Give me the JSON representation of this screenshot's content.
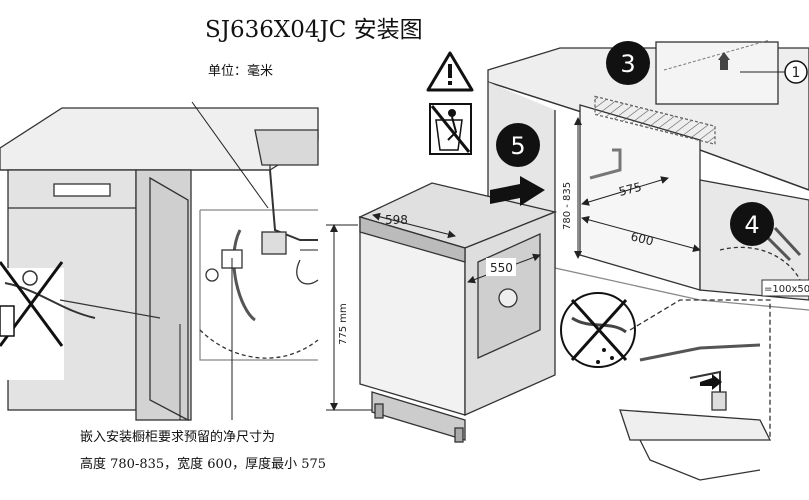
{
  "title": "SJ636X04JC 安装图",
  "unit": "单位：毫米",
  "steps": {
    "three": "3",
    "four": "4",
    "five": "5",
    "one": "1"
  },
  "dims": {
    "d598": "598",
    "d550": "550",
    "d775": "775 mm",
    "d575": "575",
    "d600": "600",
    "d780_835": "780 - 835",
    "d100x50": "=100x50"
  },
  "caption": {
    "line1": "嵌入安装橱柜要求预留的净尺寸为",
    "line2": "高度 780-835，宽度 600，厚度最小 575"
  },
  "icons": [
    "warning-icon",
    "no-child-icon",
    "no-mount-icon",
    "no-pinch-icon"
  ]
}
